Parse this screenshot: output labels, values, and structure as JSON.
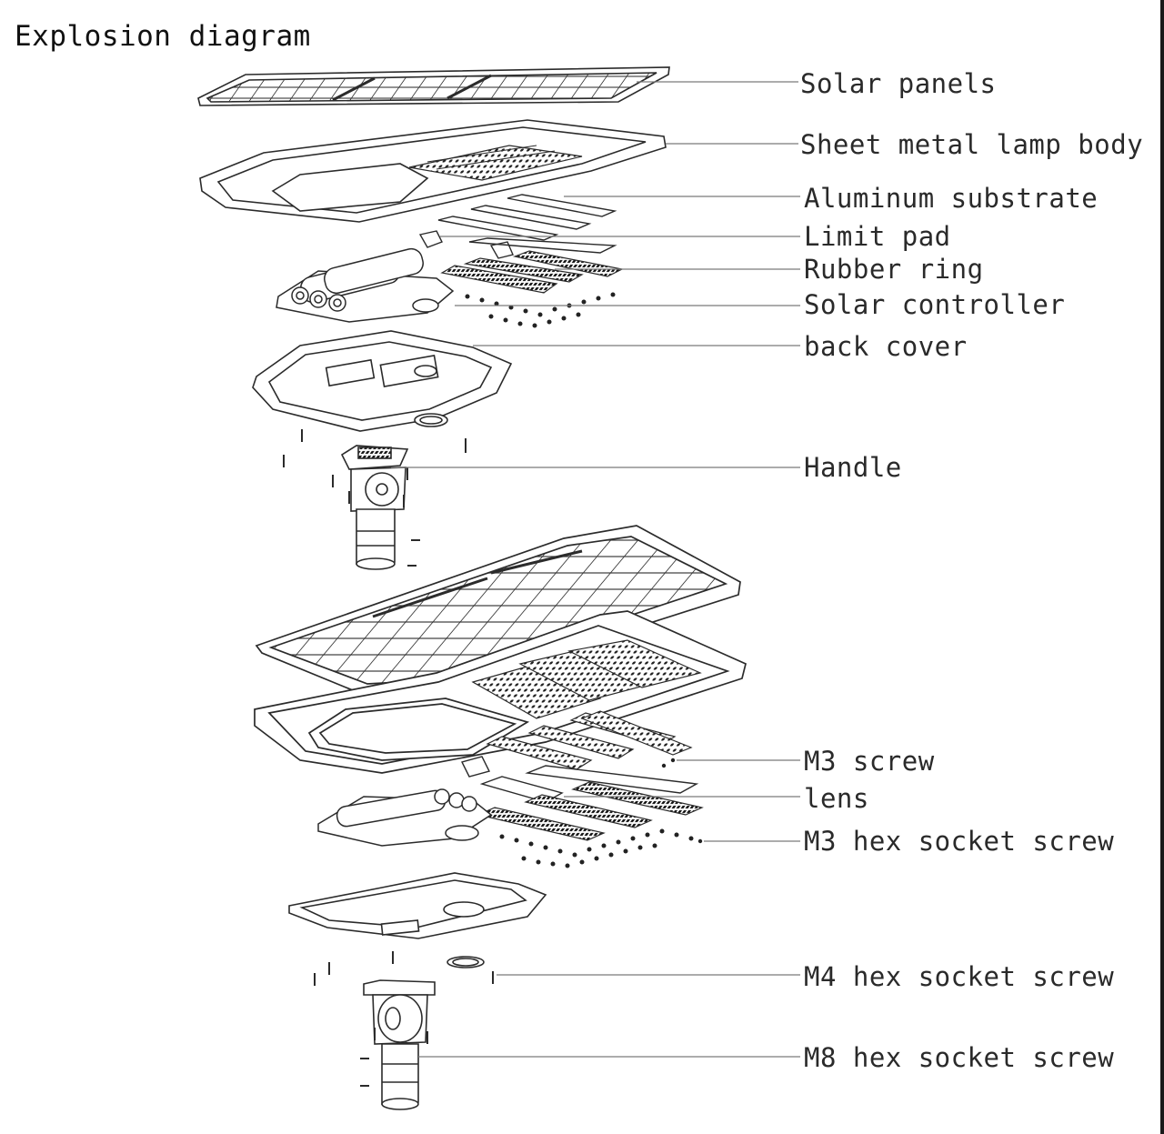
{
  "title": "Explosion diagram",
  "labels": [
    "Solar panels",
    "Sheet metal lamp body",
    "Aluminum substrate",
    "Limit pad",
    "Rubber ring",
    "Solar controller",
    "back cover",
    "Handle",
    "M3 screw",
    "lens",
    "M3 hex socket screw",
    "M4 hex socket screw",
    "M8 hex socket screw"
  ],
  "colors": {
    "line": "#2b2b2b",
    "leader": "#7a7a7a",
    "text": "#2a2a2a"
  }
}
